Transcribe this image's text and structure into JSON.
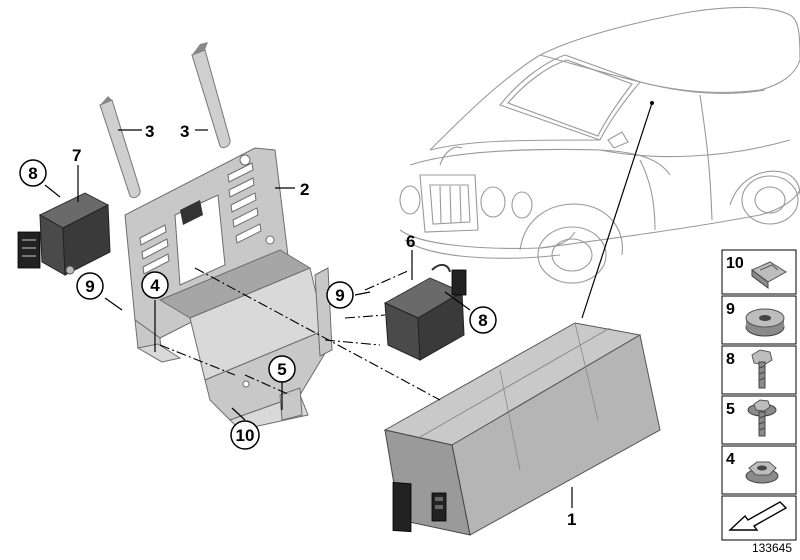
{
  "callouts": [
    {
      "id": "c1",
      "label": "1",
      "circled": false
    },
    {
      "id": "c2",
      "label": "2",
      "circled": false
    },
    {
      "id": "c3a",
      "label": "3",
      "circled": false
    },
    {
      "id": "c3b",
      "label": "3",
      "circled": false
    },
    {
      "id": "c4",
      "label": "4",
      "circled": true
    },
    {
      "id": "c5",
      "label": "5",
      "circled": true
    },
    {
      "id": "c6",
      "label": "6",
      "circled": false
    },
    {
      "id": "c7",
      "label": "7",
      "circled": false
    },
    {
      "id": "c8a",
      "label": "8",
      "circled": true
    },
    {
      "id": "c8b",
      "label": "8",
      "circled": true
    },
    {
      "id": "c9a",
      "label": "9",
      "circled": true
    },
    {
      "id": "c9b",
      "label": "9",
      "circled": true
    },
    {
      "id": "c10",
      "label": "10",
      "circled": true
    }
  ],
  "side_parts": [
    {
      "label": "10",
      "part": "clip"
    },
    {
      "label": "9",
      "part": "grommet"
    },
    {
      "label": "8",
      "part": "hex-bolt"
    },
    {
      "label": "5",
      "part": "flange-bolt"
    },
    {
      "label": "4",
      "part": "hex-nut"
    }
  ],
  "diagram_id": "133645"
}
